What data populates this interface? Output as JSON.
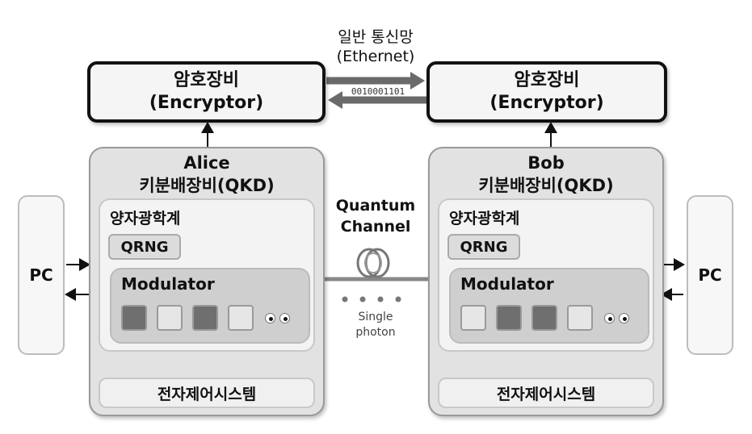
{
  "network": {
    "line1": "일반 통신망",
    "line2": "(Ethernet)",
    "bits": "0010001101"
  },
  "alice": {
    "encryptor": {
      "line1": "암호장비",
      "line2": "(Encryptor)"
    },
    "qkd": {
      "name": "Alice",
      "title": "키분배장비(QKD)",
      "optics": "양자광학계",
      "qrng": "QRNG",
      "modulator": "Modulator",
      "control": "전자제어시스템"
    }
  },
  "bob": {
    "encryptor": {
      "line1": "암호장비",
      "line2": "(Encryptor)"
    },
    "qkd": {
      "name": "Bob",
      "title": "키분배장비(QKD)",
      "optics": "양자광학계",
      "qrng": "QRNG",
      "modulator": "Modulator",
      "control": "전자제어시스템"
    }
  },
  "channel": {
    "line1": "Quantum",
    "line2": "Channel",
    "photon1": "Single",
    "photon2": "photon"
  },
  "pc": {
    "left": "PC",
    "right": "PC"
  },
  "colors": {
    "box_dark": "#6f6f6f",
    "box_light": "#e6e6e6",
    "qkd_bg": "#e2e2e2"
  }
}
